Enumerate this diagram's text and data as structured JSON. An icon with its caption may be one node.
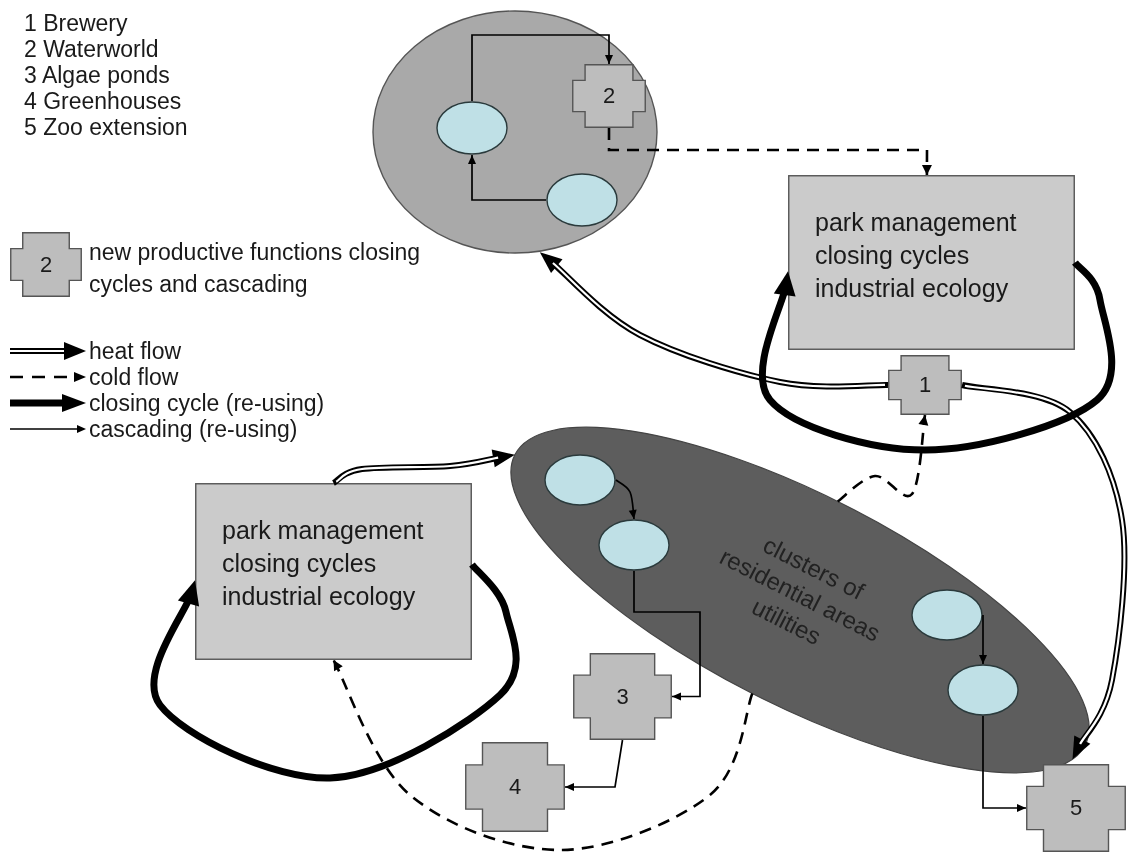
{
  "diagram": {
    "nodes": [
      {
        "text": [],
        "shape": "ellipse"
      },
      {
        "text": [],
        "shape": "ellipse",
        "in": 0
      },
      {
        "text": [],
        "shape": "ellipse",
        "in": 0
      },
      {
        "text": [
          "2"
        ],
        "in": 0
      },
      {
        "text": [
          "park management closing cycles industrial ecology"
        ]
      },
      {
        "text": [
          "1"
        ]
      },
      {
        "text": [
          "park management closing cycles industrial ecology"
        ]
      },
      {
        "text": [
          "clusters of residential areas utilities"
        ]
      },
      {
        "text": [],
        "shape": "ellipse",
        "in": 7
      },
      {
        "text": [],
        "shape": "ellipse",
        "in": 7
      },
      {
        "text": [],
        "shape": "ellipse",
        "in": 7
      },
      {
        "text": [],
        "shape": "ellipse",
        "in": 7
      },
      {
        "text": [
          "3"
        ]
      },
      {
        "text": [
          "4"
        ]
      },
      {
        "text": [
          "5"
        ]
      },
      {
        "text": [
          "2"
        ]
      }
    ],
    "edges": [
      {
        "from": 1,
        "to": 3,
        "arrow": "to"
      },
      {
        "from": 2,
        "to": 1,
        "arrow": "to"
      },
      {
        "from": 3,
        "to": 4,
        "arrow": "to",
        "style": "dashed"
      },
      {
        "from": 5,
        "to": 0,
        "arrow": "to",
        "style": "thick"
      },
      {
        "from": 5,
        "to": 7,
        "arrow": "to",
        "style": "thick"
      },
      {
        "from": 4,
        "to": 4,
        "arrow": "to",
        "style": "thick"
      },
      {
        "from": 7,
        "to": 5,
        "arrow": "to",
        "style": "dashed"
      },
      {
        "from": 6,
        "to": 7,
        "arrow": "to",
        "style": "thick"
      },
      {
        "from": 6,
        "to": 6,
        "arrow": "to",
        "style": "thick"
      },
      {
        "from": 7,
        "to": 6,
        "arrow": "to",
        "style": "dashed"
      },
      {
        "from": 8,
        "to": 9,
        "arrow": "to"
      },
      {
        "from": 9,
        "to": 12,
        "arrow": "to"
      },
      {
        "from": 12,
        "to": 13,
        "arrow": "to"
      },
      {
        "from": 10,
        "to": 11,
        "arrow": "to"
      },
      {
        "from": 11,
        "to": 14,
        "arrow": "to"
      }
    ],
    "labels": [
      "1 Brewery",
      "2 Waterworld",
      "3 Algae ponds",
      "4 Greenhouses",
      "5 Zoo extension"
    ],
    "legend": [
      {
        "text": "new productive functions closing cycles and cascading"
      },
      {
        "text": "heat flow"
      },
      {
        "text": "cold flow"
      },
      {
        "text": "closing cycle (re-using)"
      },
      {
        "text": "cascading (re-using)"
      }
    ]
  }
}
